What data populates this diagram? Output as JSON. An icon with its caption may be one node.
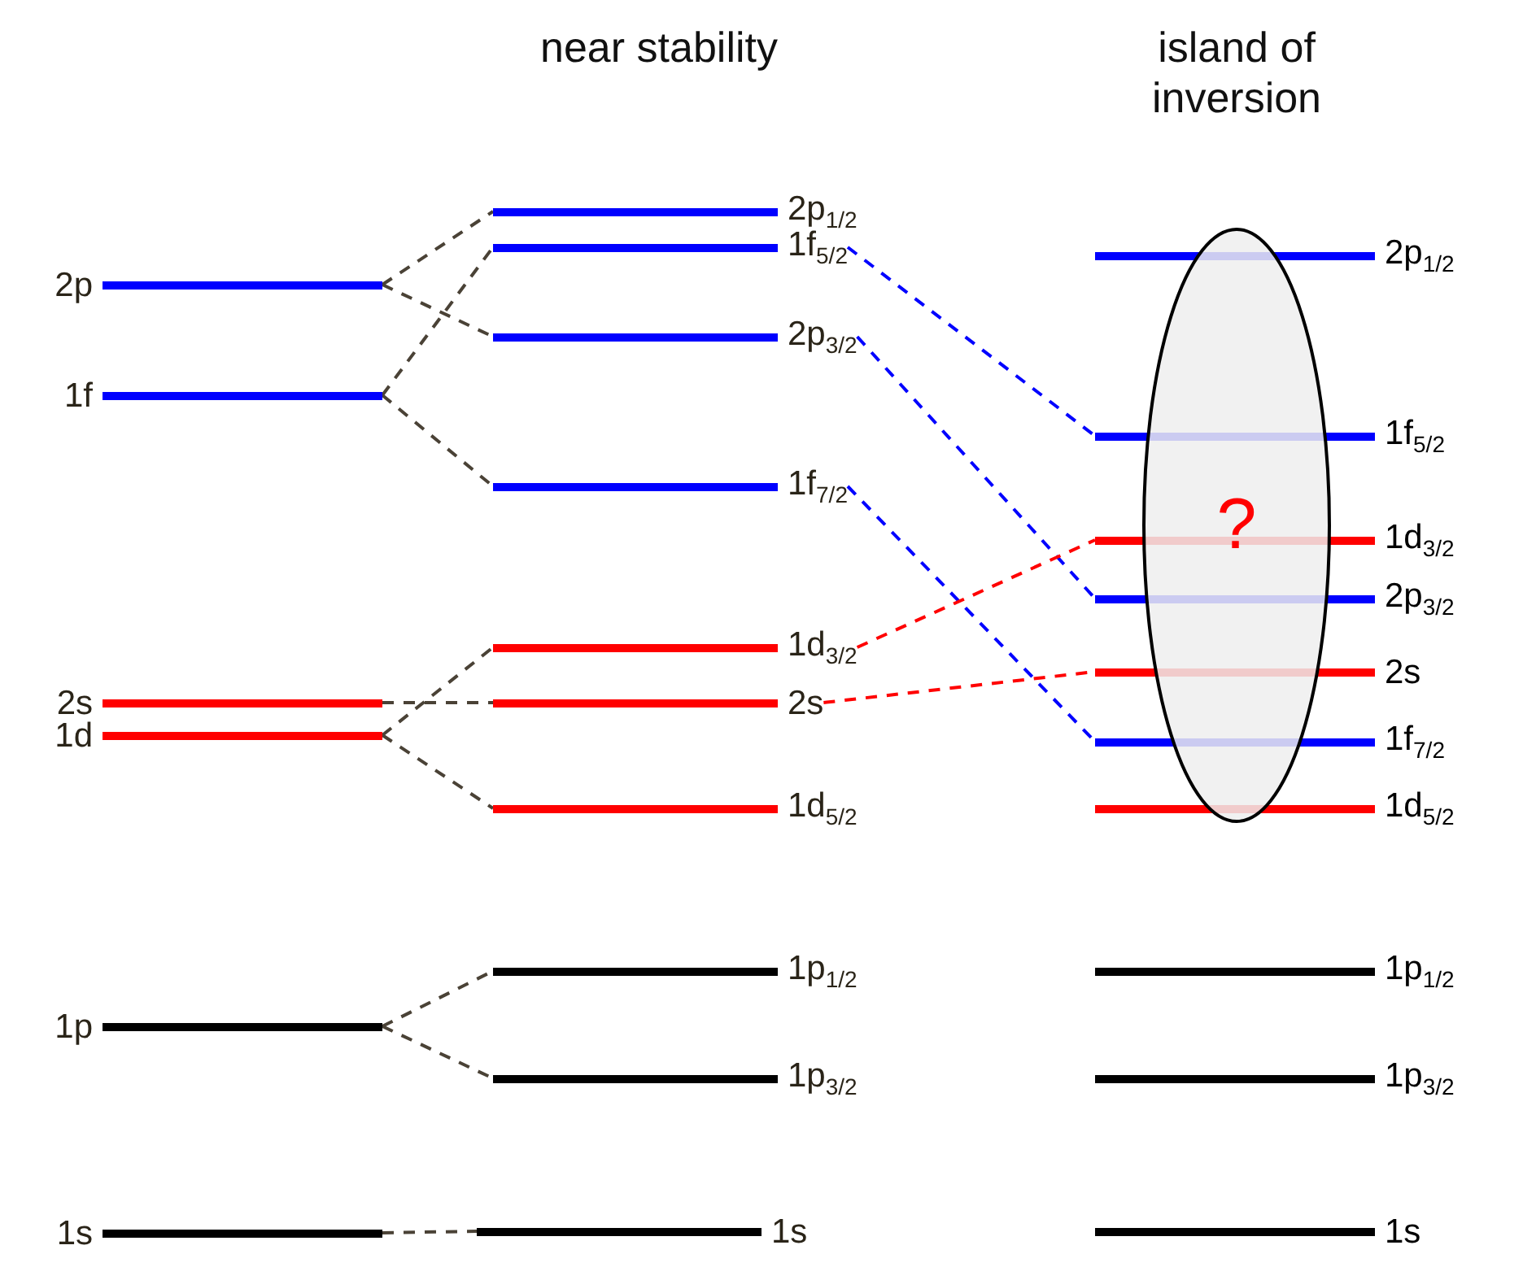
{
  "diagram": {
    "nodes": [
      {
        "text": [
          "2p"
        ]
      },
      {
        "text": [
          "1f"
        ]
      },
      {
        "text": [
          "2s"
        ]
      },
      {
        "text": [
          "1d"
        ]
      },
      {
        "text": [
          "1p"
        ]
      },
      {
        "text": [
          "1s"
        ]
      },
      {
        "text": [
          "2p$_{1/2}$"
        ]
      },
      {
        "text": [
          "1f$_{5/2}$"
        ]
      },
      {
        "text": [
          "2p$_{3/2}$"
        ]
      },
      {
        "text": [
          "1f$_{7/2}$"
        ]
      },
      {
        "text": [
          "1d$_{3/2}$"
        ]
      },
      {
        "text": [
          "2s"
        ]
      },
      {
        "text": [
          "1d$_{5/2}$"
        ]
      },
      {
        "text": [
          "1p$_{1/2}$"
        ]
      },
      {
        "text": [
          "1p$_{3/2}$"
        ]
      },
      {
        "text": [
          "1s"
        ]
      },
      {
        "text": [
          "2p$_{1/2}$"
        ]
      },
      {
        "text": [
          "1f$_{5/2}$"
        ]
      },
      {
        "text": [
          "1d$_{3/2}$"
        ]
      },
      {
        "text": [
          "2p$_{3/2}$"
        ]
      },
      {
        "text": [
          "2s"
        ]
      },
      {
        "text": [
          "1f$_{7/2}$"
        ]
      },
      {
        "text": [
          "1d$_{5/2}$"
        ]
      },
      {
        "text": [
          "1p$_{1/2}$"
        ]
      },
      {
        "text": [
          "1p$_{3/2}$"
        ]
      },
      {
        "text": [
          "1s"
        ]
      },
      {
        "text": [
          "?"
        ]
      }
    ],
    "edges": [
      {
        "from": 0,
        "to": 6,
        "arrow": "none",
        "style": "dashed"
      },
      {
        "from": 0,
        "to": 8,
        "arrow": "none",
        "style": "dashed"
      },
      {
        "from": 1,
        "to": 7,
        "arrow": "none",
        "style": "dashed"
      },
      {
        "from": 1,
        "to": 9,
        "arrow": "none",
        "style": "dashed"
      },
      {
        "from": 2,
        "to": 11,
        "arrow": "none",
        "style": "dashed"
      },
      {
        "from": 3,
        "to": 10,
        "arrow": "none",
        "style": "dashed"
      },
      {
        "from": 3,
        "to": 12,
        "arrow": "none",
        "style": "dashed"
      },
      {
        "from": 4,
        "to": 13,
        "arrow": "none",
        "style": "dashed"
      },
      {
        "from": 4,
        "to": 14,
        "arrow": "none",
        "style": "dashed"
      },
      {
        "from": 5,
        "to": 15,
        "arrow": "none",
        "style": "dashed"
      },
      {
        "from": 7,
        "to": 17,
        "arrow": "none",
        "style": "dashed",
        "color": "#0000ff"
      },
      {
        "from": 8,
        "to": 19,
        "arrow": "none",
        "style": "dashed",
        "color": "#0000ff"
      },
      {
        "from": 9,
        "to": 21,
        "arrow": "none",
        "style": "dashed",
        "color": "#0000ff"
      },
      {
        "from": 10,
        "to": 18,
        "arrow": "none",
        "style": "dashed",
        "color": "#ff0000"
      },
      {
        "from": 11,
        "to": 20,
        "arrow": "none",
        "style": "dashed",
        "color": "#ff0000"
      }
    ],
    "labels": [
      "near stability",
      "island of inversion"
    ]
  }
}
